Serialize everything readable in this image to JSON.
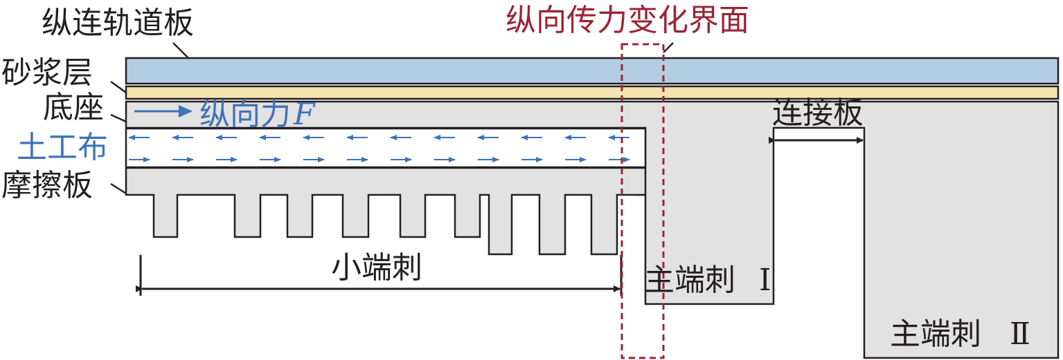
{
  "labels": {
    "rail_plate": "纵连轨道板",
    "mortar_layer": "砂浆层",
    "base": "底座",
    "geotextile": "土工布",
    "friction_plate": "摩擦板",
    "force_text": "纵向力",
    "force_symbol": "F",
    "interface": "纵向传力变化界面",
    "connecting_plate": "连接板",
    "small_spikes": "小端刺",
    "main_spike_1": "主端刺",
    "main_spike_1_num": "I",
    "main_spike_2": "主端刺",
    "main_spike_2_num": "Ⅱ"
  },
  "colors": {
    "rail_plate_fill": "#b3cde3",
    "mortar_fill": "#f6e4b0",
    "concrete_fill": "#e3e2e3",
    "outline": "#231f20",
    "force_blue": "#3d73b8",
    "interface_red": "#9b2335"
  },
  "small_spike_count": 9,
  "geotextile_arrows_per_row": 12
}
